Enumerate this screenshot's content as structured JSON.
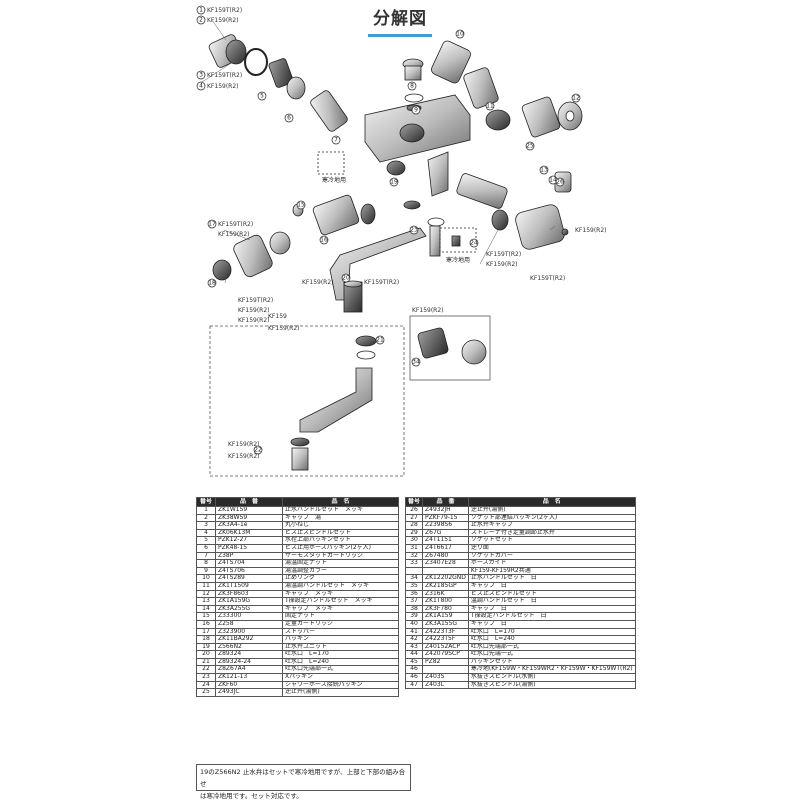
{
  "title": "分解図",
  "callouts": {
    "kf159_top": "KF159T(R2)",
    "kf159r2_top": "KF159(R2)",
    "kf159tr2_2": "KF159T(R2)",
    "kf159r2_2": "KF159(R2)",
    "kf159tr2_left": "KF159T(R2)",
    "kf159r2_left": "KF159(R2)",
    "kf159tr2_left2": "KF159T(R2)",
    "kf159r2_left2": "KF159(R2)",
    "kf159r2_mid": "KF159(R2)",
    "kf159tr2_mid": "KF159T(R2)",
    "kf159r2_spout": "KF159(R2)",
    "kf159r2_right": "KF159(R2)",
    "kf159tr2_right": "KF159T(R2)",
    "kf159r2_right2": "KF159(R2)",
    "kf159tr2_right2": "KF159T(R2)",
    "kf159r2_box": "KF159(R2)",
    "kf159_low": "KF159(R2)",
    "kf159_low2": "KF159(R2)",
    "kf159_b1": "KF159",
    "kf159_b2": "KF159(R2)",
    "cold_only_1": "寒冷地用",
    "cold_only_2": "寒冷地用"
  },
  "table_left": {
    "headers": [
      "番号",
      "品　番",
      "品　名"
    ],
    "rows": [
      [
        "1",
        "ZK1W159",
        "止水ハンドルセット　メッキ"
      ],
      [
        "2",
        "ZK38W59",
        "キャップ　湯"
      ],
      [
        "3",
        "ZK3A4-1e",
        "丸小ねじ"
      ],
      [
        "4",
        "ZK06K13M",
        "ビス止スピンドルセット"
      ],
      [
        "5",
        "PZK12-27",
        "水栓上部パッキンセット"
      ],
      [
        "6",
        "PZK48-15",
        "ビス止用ホースパッキン(2ヶ入)"
      ],
      [
        "7",
        "Z38P",
        "サーモスタットカートリッジ"
      ],
      [
        "8",
        "Z4TS704",
        "湯温固定ナット"
      ],
      [
        "9",
        "Z4TS706",
        "湯温調整カラー"
      ],
      [
        "10",
        "Z4TS289",
        "止めリング"
      ],
      [
        "11",
        "ZK1T1509",
        "湯温調ハンドルセット　メッキ"
      ],
      [
        "12",
        "ZK3F8603",
        "キャップ　メッキ"
      ],
      [
        "13",
        "ZK1A159G",
        "T操設定ハンドルセット　メッキ"
      ],
      [
        "14",
        "ZK3A255G",
        "キャップ　メッキ"
      ],
      [
        "15",
        "Z33300",
        "固定ナット"
      ],
      [
        "16",
        "Z258",
        "定量カートリッジ"
      ],
      [
        "17",
        "Z323900",
        "ストッパー"
      ],
      [
        "18",
        "ZK11BA292",
        "パッキン"
      ],
      [
        "19",
        "Z566N2",
        "止水弁ユニット"
      ],
      [
        "20",
        "Z89324",
        "吐水口　L=170"
      ],
      [
        "21",
        "Z89324-24",
        "吐水口　L=240"
      ],
      [
        "22",
        "Z8Z67A4",
        "吐水口先端部一式"
      ],
      [
        "23",
        "ZK121-13",
        "Xパッキン"
      ],
      [
        "24",
        "ZKF60",
        "シャワーホース接続パッキン"
      ],
      [
        "25",
        "Z493JC",
        "逆止弁(湯側)"
      ]
    ]
  },
  "table_right": {
    "headers": [
      "番号",
      "品　番",
      "品　名"
    ],
    "rows": [
      [
        "26",
        "Z4932JH",
        "逆止弁(湯側)"
      ],
      [
        "27",
        "PZKF79-15",
        "ソケット部連結パッキン(2ヶ入)"
      ],
      [
        "28",
        "Z2398S6",
        "止水弁キャップ"
      ],
      [
        "29",
        "Z67G",
        "ストレーナ付き定量調節止水弁"
      ],
      [
        "30",
        "Z4T1151",
        "ソケットセット"
      ],
      [
        "31",
        "Z4T6617",
        "逆り面"
      ],
      [
        "32",
        "Z67480",
        "ソケットカバー"
      ],
      [
        "33",
        "Z3407E28",
        "ホースガイド"
      ],
      [
        "",
        "",
        "KF159-KF159R2共通"
      ],
      [
        "34",
        "ZK12202GND",
        "止水ハンドルセット　白"
      ],
      [
        "35",
        "ZK2185GP",
        "キャップ　白"
      ],
      [
        "36",
        "Z316K",
        "ビス止スピンドルセット"
      ],
      [
        "37",
        "ZK1T800",
        "温調ハンドルセット　白"
      ],
      [
        "38",
        "ZK3F780",
        "キャップ　白"
      ],
      [
        "39",
        "ZK1A159",
        "T操設定ハンドルセット　白"
      ],
      [
        "40",
        "ZK3A155G",
        "キャップ　白"
      ],
      [
        "41",
        "Z4223T3F",
        "吐水口　L=170"
      ],
      [
        "42",
        "Z4223T5F",
        "吐水口　L=240"
      ],
      [
        "43",
        "Z40152ACP",
        "吐水口先端部一式"
      ],
      [
        "44",
        "Z42079SCP",
        "吐水口先端一式"
      ],
      [
        "45",
        "PZ82",
        "パッキンセット"
      ],
      [
        "46",
        "",
        "寒冷地(KF159W・KF159WR2・KF159W・KF159WT(R2)"
      ],
      [
        "46",
        "Z403S",
        "水抜きスピンドル(水側)"
      ],
      [
        "47",
        "Z403L",
        "水抜きスピンドル(湯側)"
      ]
    ]
  },
  "footnote": [
    "19のZ566N2 止水弁はセットで寒冷地用ですが、上部と下部の組み合せ",
    "は寒冷地用です。セット対応です。"
  ]
}
